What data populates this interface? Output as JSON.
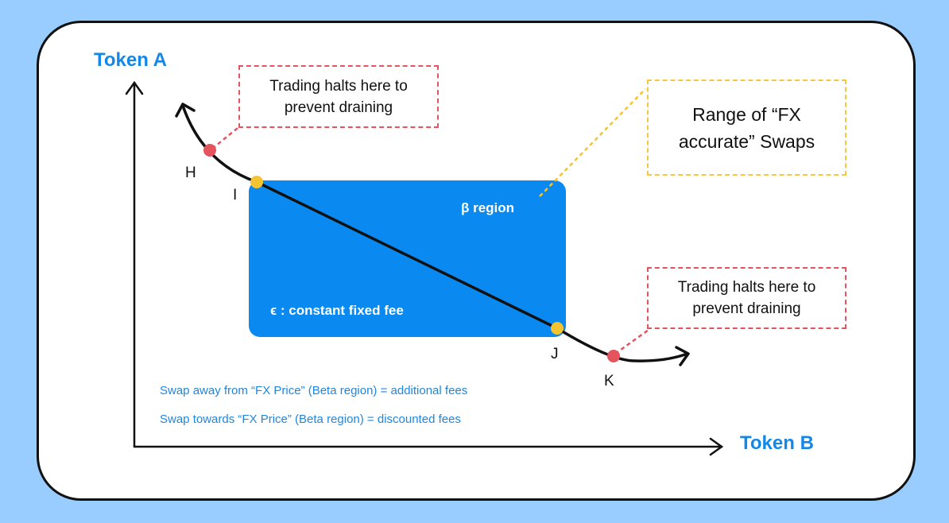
{
  "axes": {
    "y_label": "Token A",
    "x_label": "Token B"
  },
  "annotations": {
    "halt_upper": "Trading halts here to prevent draining",
    "halt_lower": "Trading halts here to prevent draining",
    "fx_range": "Range of “FX accurate” Swaps"
  },
  "region": {
    "beta_label": "β region",
    "epsilon_label": "ϵ : constant fixed fee"
  },
  "points": {
    "H": "H",
    "I": "I",
    "J": "J",
    "K": "K"
  },
  "fee_notes": {
    "away": "Swap away from “FX Price” (Beta region) = additional fees",
    "towards": "Swap towards “FX Price” (Beta region) = discounted fees"
  },
  "colors": {
    "background": "#99ccff",
    "region_fill": "#0a8af0",
    "axis_title": "#1587e8",
    "fee_note": "#1f86e0",
    "halt_marker": "#e3545e",
    "fx_marker": "#f4c430",
    "curve": "#111111"
  }
}
